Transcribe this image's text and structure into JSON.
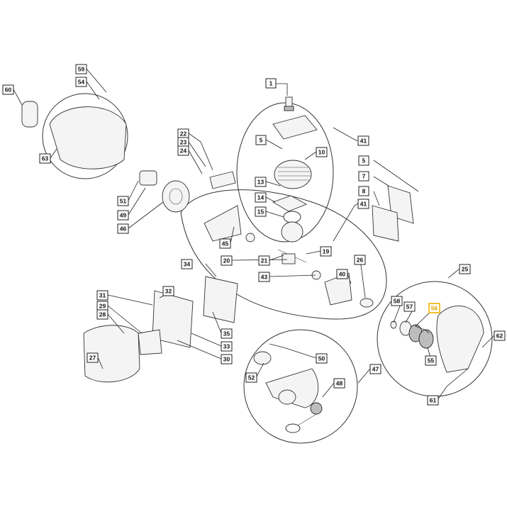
{
  "diagram": {
    "callouts": [
      {
        "label": "1"
      },
      {
        "label": "5"
      },
      {
        "label": "10"
      },
      {
        "label": "13"
      },
      {
        "label": "14"
      },
      {
        "label": "15"
      },
      {
        "label": "41"
      },
      {
        "label": "41"
      },
      {
        "label": "5"
      },
      {
        "label": "7"
      },
      {
        "label": "8"
      },
      {
        "label": "59"
      },
      {
        "label": "54"
      },
      {
        "label": "60"
      },
      {
        "label": "63"
      },
      {
        "label": "22"
      },
      {
        "label": "23"
      },
      {
        "label": "24"
      },
      {
        "label": "51"
      },
      {
        "label": "49"
      },
      {
        "label": "46"
      },
      {
        "label": "45"
      },
      {
        "label": "20"
      },
      {
        "label": "21"
      },
      {
        "label": "19"
      },
      {
        "label": "43"
      },
      {
        "label": "26"
      },
      {
        "label": "40"
      },
      {
        "label": "34"
      },
      {
        "label": "32"
      },
      {
        "label": "31"
      },
      {
        "label": "29"
      },
      {
        "label": "28"
      },
      {
        "label": "33"
      },
      {
        "label": "35"
      },
      {
        "label": "30"
      },
      {
        "label": "27"
      },
      {
        "label": "25"
      },
      {
        "label": "58"
      },
      {
        "label": "57"
      },
      {
        "label": "56"
      },
      {
        "label": "55"
      },
      {
        "label": "62"
      },
      {
        "label": "61"
      },
      {
        "label": "50"
      },
      {
        "label": "52"
      },
      {
        "label": "47"
      },
      {
        "label": "48"
      }
    ],
    "highlight_color": "#f2b400"
  }
}
